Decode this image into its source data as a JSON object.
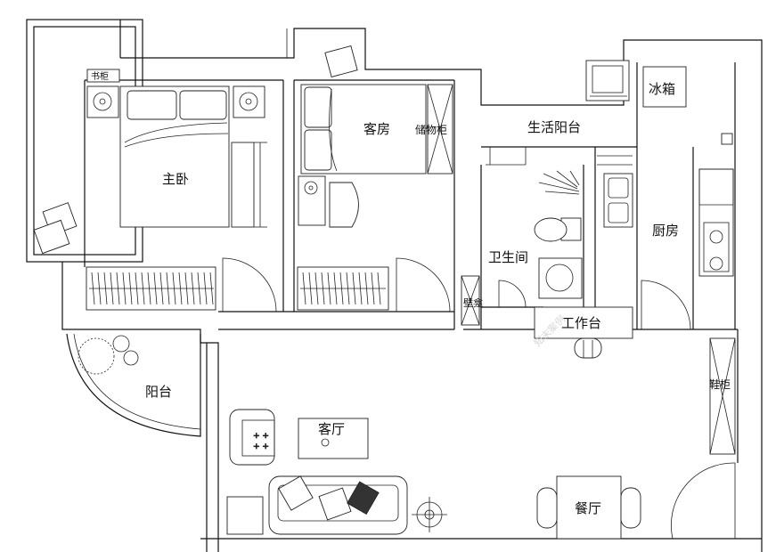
{
  "rooms": {
    "master_bedroom": "主卧",
    "guest_room": "客房",
    "storage_cabinet": "储物柜",
    "living_balcony": "生活阳台",
    "fridge": "冰箱",
    "bathroom": "卫生间",
    "kitchen": "厨房",
    "work_counter": "工作台",
    "balcony": "阳台",
    "living_room": "客厅",
    "shoe_cabinet": "鞋柜",
    "dining_room": "餐厅",
    "side_cabinet": "书柜",
    "bathroom_cabinet": "壁龛"
  },
  "watermark": "知末案例"
}
